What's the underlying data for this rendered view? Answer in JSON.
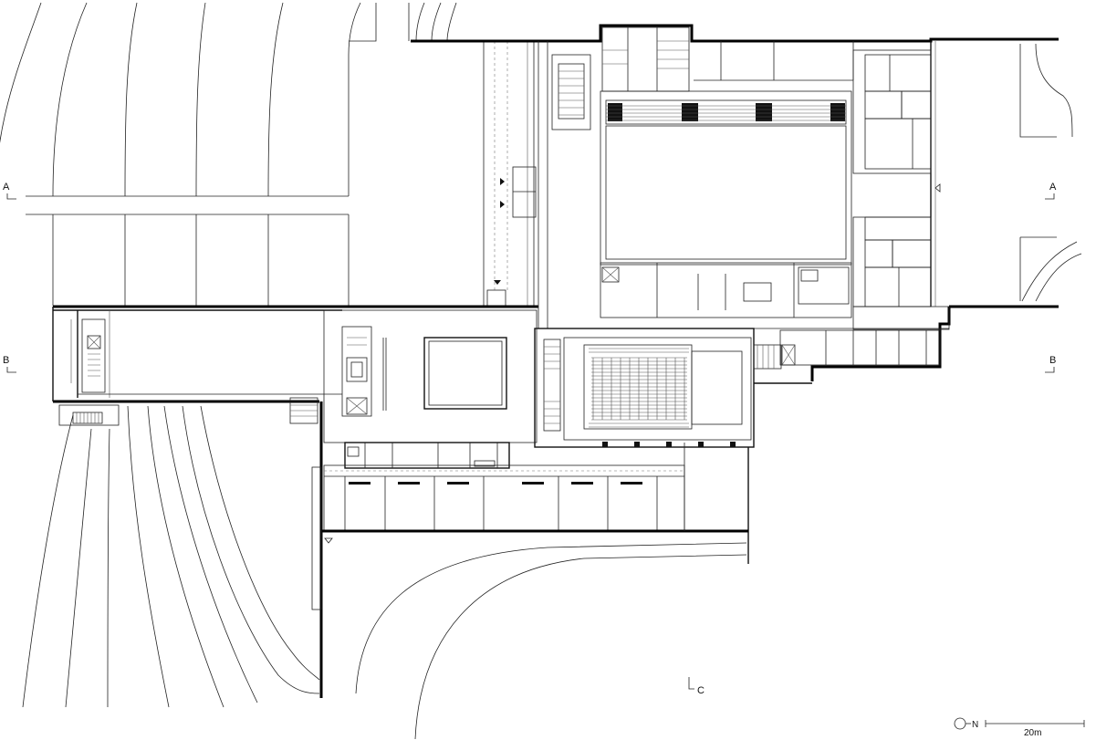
{
  "section_markers": {
    "a_left": "A",
    "a_right": "A",
    "b_left": "B",
    "b_right": "B",
    "c_bottom": "C"
  },
  "north_arrow": {
    "label": "N",
    "icon": "north-arrow-icon"
  },
  "scale_bar": {
    "label": "20m"
  }
}
